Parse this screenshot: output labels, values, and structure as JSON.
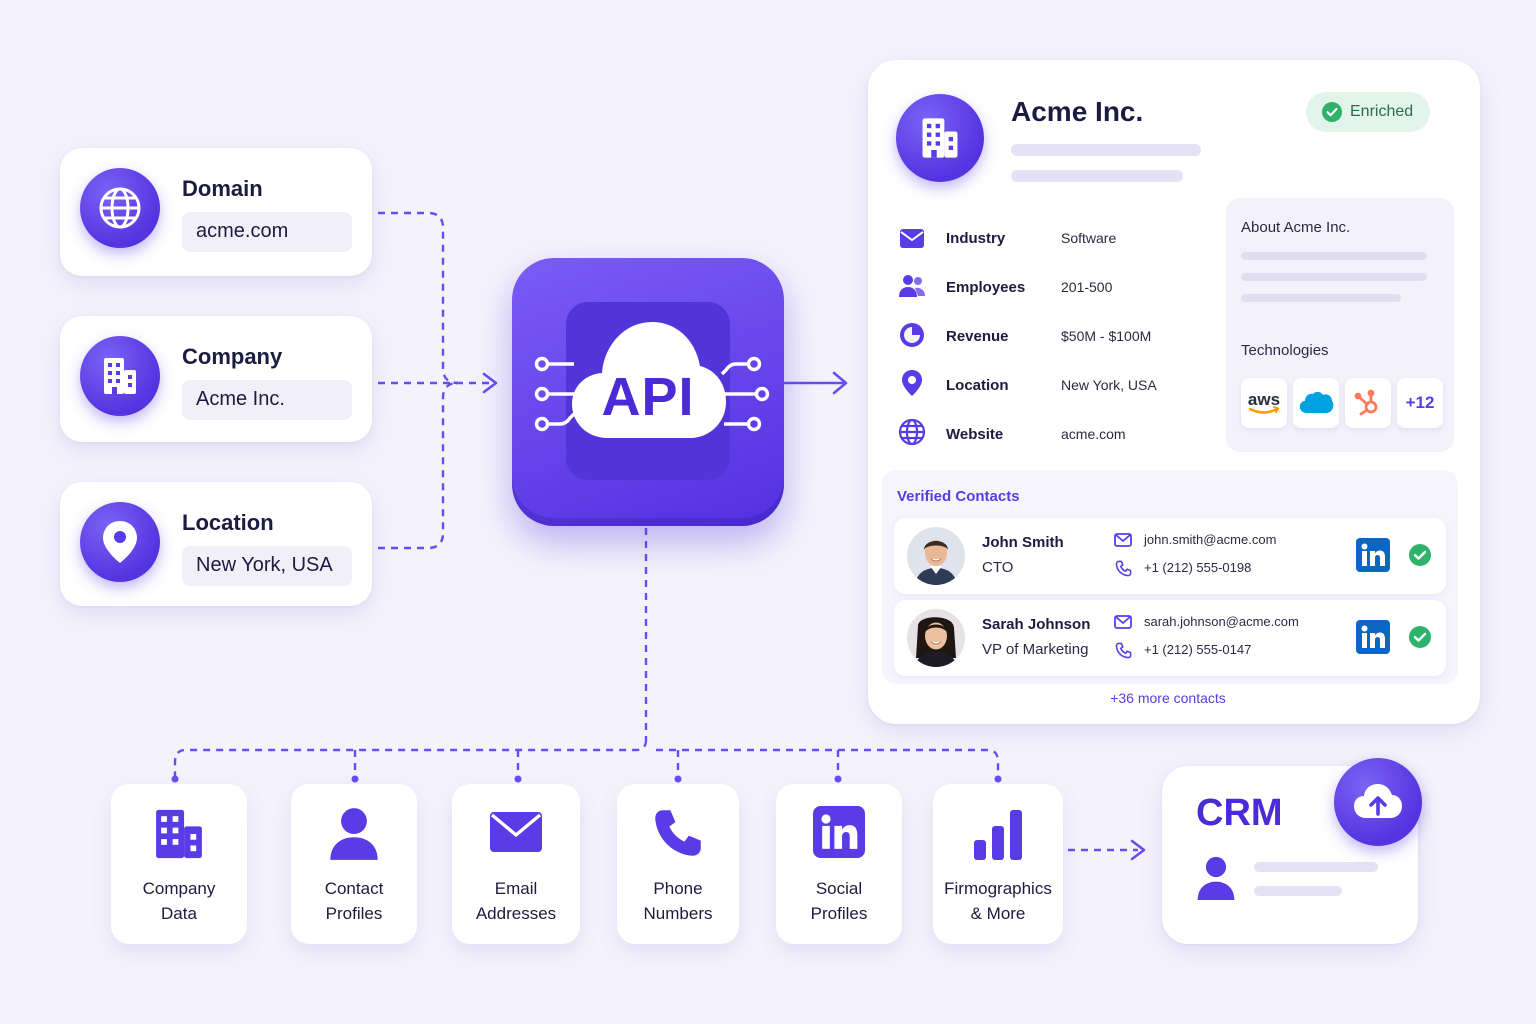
{
  "inputs": [
    {
      "title": "Domain",
      "value": "acme.com",
      "icon": "globe-icon"
    },
    {
      "title": "Company",
      "value": "Acme Inc.",
      "icon": "building-icon"
    },
    {
      "title": "Location",
      "value": "New York, USA",
      "icon": "location-pin-icon"
    }
  ],
  "api": {
    "label": "API"
  },
  "profile": {
    "name": "Acme Inc.",
    "badge": "Enriched",
    "fields": [
      {
        "label": "Industry",
        "value": "Software",
        "icon": "briefcase-icon"
      },
      {
        "label": "Employees",
        "value": "201-500",
        "icon": "users-icon"
      },
      {
        "label": "Revenue",
        "value": "$50M - $100M",
        "icon": "revenue-icon"
      },
      {
        "label": "Location",
        "value": "New York, USA",
        "icon": "location-pin-icon"
      },
      {
        "label": "Website",
        "value": "acme.com",
        "icon": "globe-icon"
      }
    ],
    "about_title": "About Acme Inc.",
    "technologies_title": "Technologies",
    "technologies": [
      "aws",
      "salesforce",
      "hubspot"
    ],
    "technologies_more": "+12",
    "contacts_title": "Verified Contacts",
    "contacts": [
      {
        "name": "John Smith",
        "role": "CTO",
        "email": "john.smith@acme.com",
        "phone": "+1 (212) 555-0198"
      },
      {
        "name": "Sarah Johnson",
        "role": "VP of Marketing",
        "email": "sarah.johnson@acme.com",
        "phone": "+1 (212) 555-0147"
      }
    ],
    "more_contacts": "+36 more contacts"
  },
  "outputs": [
    {
      "label": "Company\nData",
      "icon": "building-icon"
    },
    {
      "label": "Contact\nProfiles",
      "icon": "person-icon"
    },
    {
      "label": "Email\nAddresses",
      "icon": "envelope-icon"
    },
    {
      "label": "Phone\nNumbers",
      "icon": "phone-icon"
    },
    {
      "label": "Social\nProfiles",
      "icon": "linkedin-icon"
    },
    {
      "label": "Firmographics\n& More",
      "icon": "bar-chart-icon"
    }
  ],
  "crm": {
    "label": "CRM",
    "icon": "cloud-upload-icon"
  },
  "colors": {
    "accent": "#5a3ce6",
    "accent_light": "#7b63f5",
    "success": "#2fb36a",
    "background": "#f4f3fb"
  }
}
